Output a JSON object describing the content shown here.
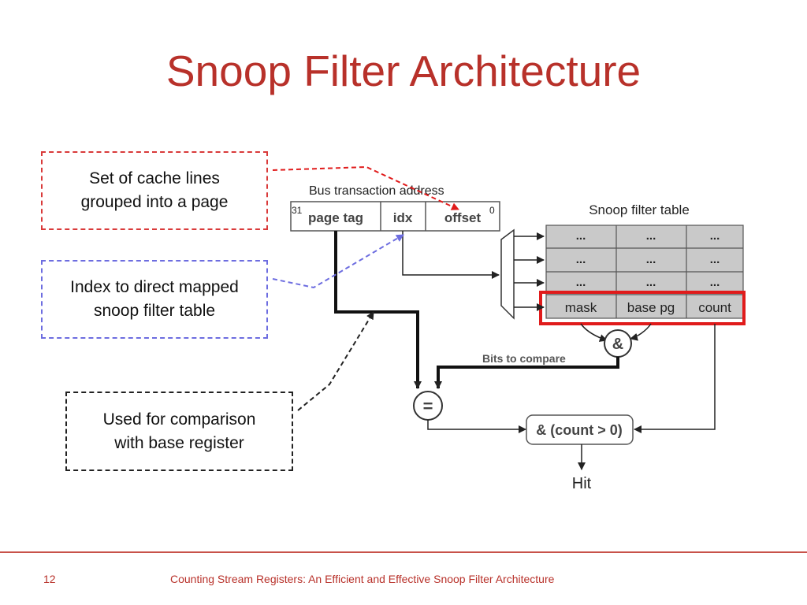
{
  "slide": {
    "title": "Snoop Filter Architecture",
    "page_number": "12",
    "footer": "Counting Stream Registers: An Efficient and Effective Snoop Filter Architecture"
  },
  "callouts": {
    "page": {
      "line1": "Set of cache lines",
      "line2": "grouped into a page",
      "border_color": "#d93a3a"
    },
    "index": {
      "line1": "Index to direct mapped",
      "line2": "snoop filter table",
      "border_color": "#6d6de0"
    },
    "compare": {
      "line1": "Used for comparison",
      "line2": "with base register",
      "border_color": "#222222"
    }
  },
  "diagram": {
    "address_label": "Bus transaction address",
    "address_msb": "31",
    "address_lsb": "0",
    "address_fields": [
      "page tag",
      "idx",
      "offset"
    ],
    "table_label": "Snoop filter table",
    "table_rows": [
      [
        "...",
        "...",
        "..."
      ],
      [
        "...",
        "...",
        "..."
      ],
      [
        "...",
        "...",
        "..."
      ]
    ],
    "highlight_row": [
      "mask",
      "base pg",
      "count"
    ],
    "and_gate": "&",
    "eq_gate": "=",
    "bits_label": "Bits to compare",
    "count_box": "& (count > 0)",
    "output": "Hit",
    "colors": {
      "accent": "#b8312a",
      "highlight_border": "#e01b1b",
      "table_fill": "#c9c9c9"
    }
  }
}
